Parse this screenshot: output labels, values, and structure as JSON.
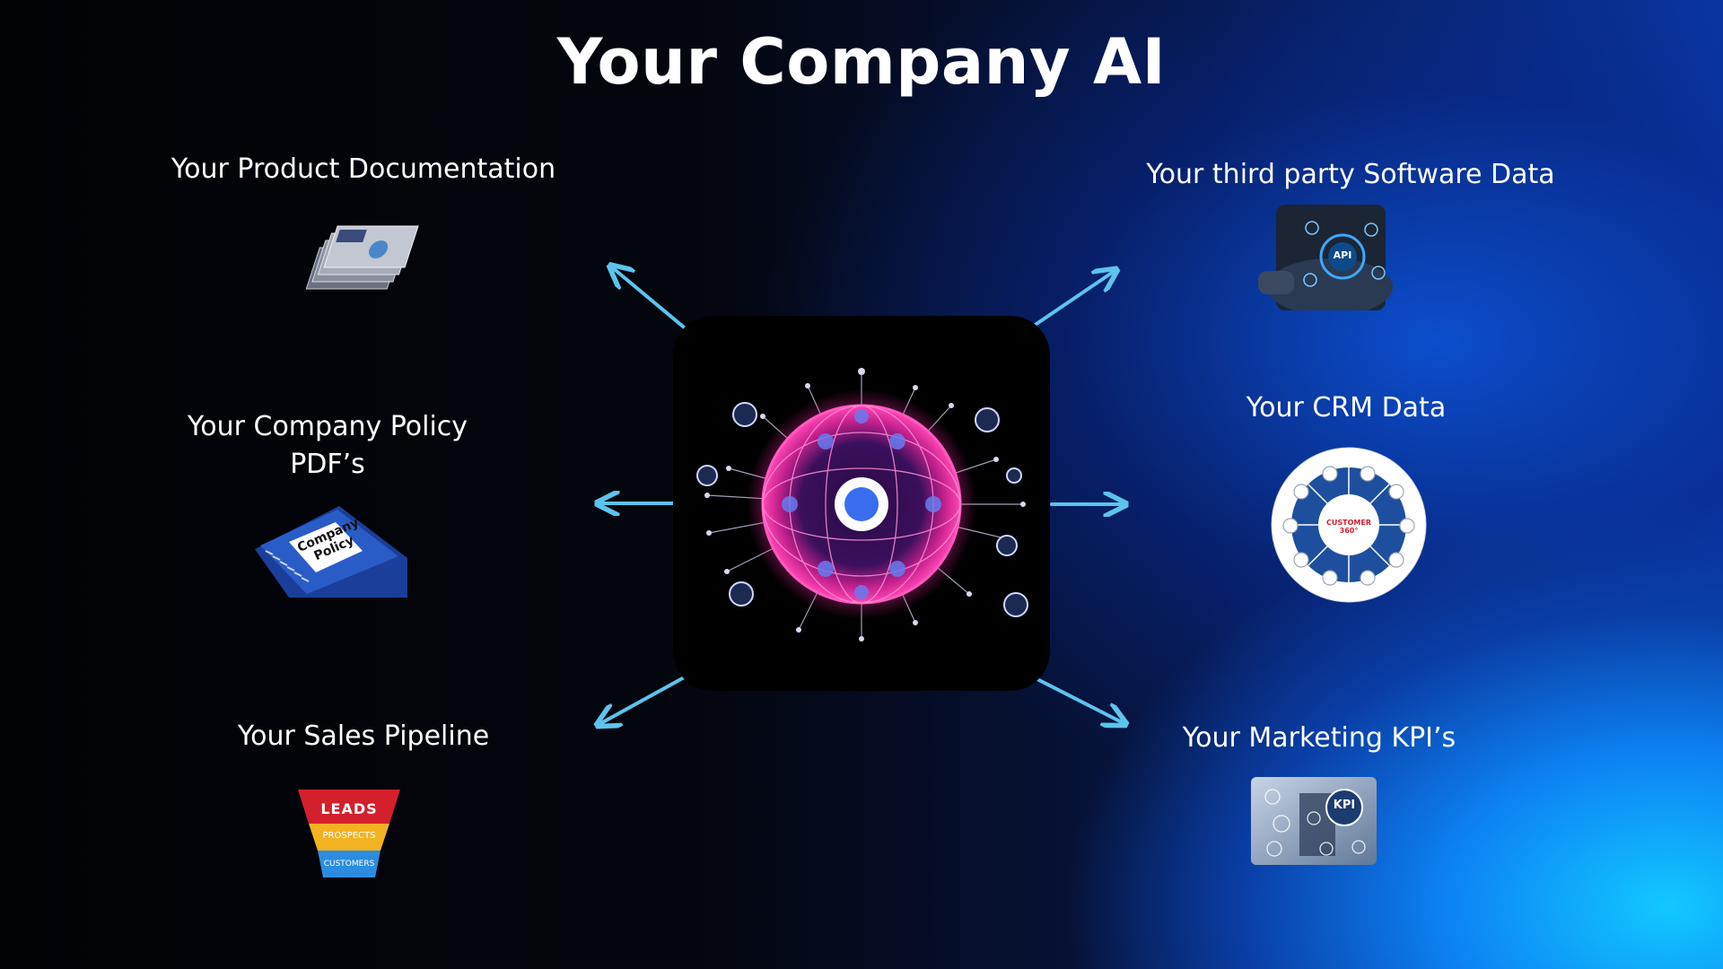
{
  "page": {
    "title": "Your Company AI"
  },
  "sources": {
    "product_docs": {
      "label": "Your Product Documentation",
      "icon": "documentation-stack-icon"
    },
    "company_policy": {
      "label_line1": "Your Company Policy",
      "label_line2": "PDF’s",
      "binder_text_1": "Company",
      "binder_text_2": "Policy",
      "icon": "policy-binder-icon"
    },
    "sales_pipeline": {
      "label": "Your Sales Pipeline",
      "funnel_top": "LEADS",
      "funnel_mid": "PROSPECTS",
      "funnel_bottom": "CUSTOMERS",
      "icon": "sales-funnel-icon"
    },
    "third_party": {
      "label": "Your third party Software Data",
      "badge_text": "API",
      "icon": "api-hand-icon"
    },
    "crm": {
      "label": "Your CRM Data",
      "center_text": "CUSTOMER 360°",
      "icon": "customer-360-wheel-icon"
    },
    "marketing": {
      "label": "Your Marketing KPI’s",
      "badge_text": "KPI",
      "icon": "kpi-touch-icon"
    }
  },
  "center": {
    "icon": "ai-neural-sphere-icon"
  },
  "colors": {
    "arrow": "#5cc4ec",
    "sphere_glow": "#ff2fa8",
    "core": "#3a6df0",
    "background_accent": "#12c8ff"
  }
}
